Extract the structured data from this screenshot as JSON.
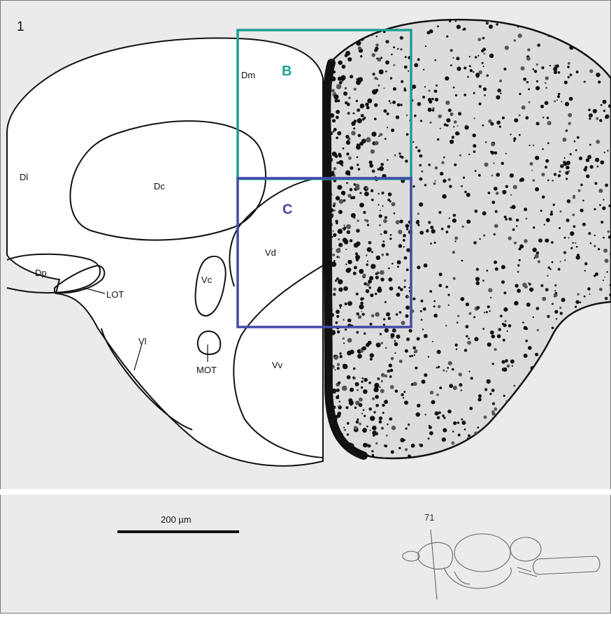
{
  "figure": {
    "panel_number": "1",
    "inset_labels": {
      "b": "B",
      "c": "C"
    },
    "region_labels": {
      "dm": "Dm",
      "dl": "Dl",
      "dc": "Dc",
      "dp": "Dp",
      "lot": "LOT",
      "vc": "Vc",
      "vd": "Vd",
      "vl": "Vl",
      "mot": "MOT",
      "vv": "Vv"
    },
    "scale_bar": {
      "label": "200 µm"
    },
    "section_number": "71",
    "colors": {
      "background": "#ebebeb",
      "inset_b": "#1f9e96",
      "inset_c": "#4549a8",
      "line": "#111111",
      "tissue": "#ffffff"
    }
  }
}
